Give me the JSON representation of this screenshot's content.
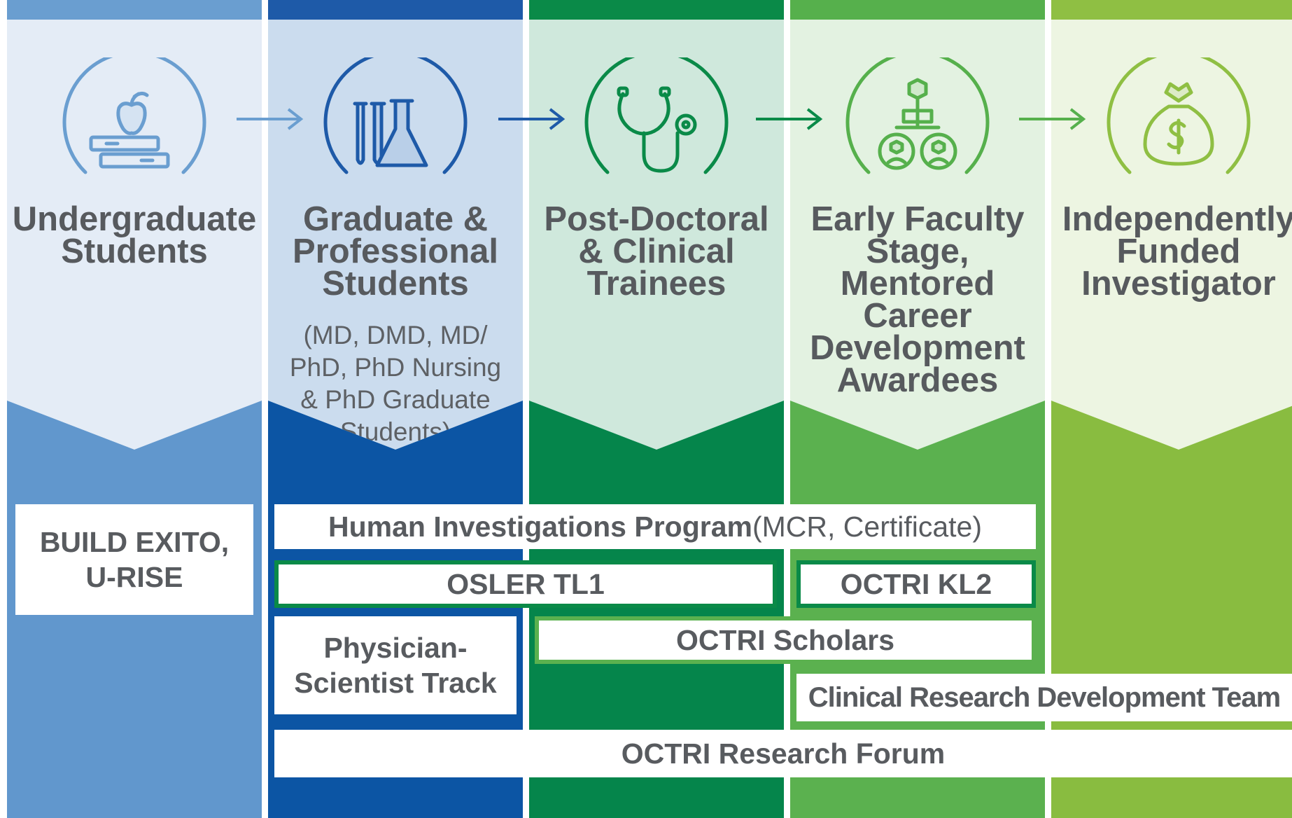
{
  "colors": {
    "undergrad": {
      "bar": "#6a9ed0",
      "upper": "#e4ecf6",
      "lower": "#6197cd",
      "line": "#6a9ed0"
    },
    "graduate": {
      "bar": "#1e5aa8",
      "upper": "#cbdcee",
      "lower": "#0c55a4",
      "line": "#1e5aa8"
    },
    "postdoc": {
      "bar": "#0a8a48",
      "upper": "#cfe8dc",
      "lower": "#05854b",
      "line": "#0a8a48"
    },
    "early": {
      "bar": "#56b04c",
      "upper": "#e3f2e1",
      "lower": "#5bb14f",
      "line": "#56b04c"
    },
    "independent": {
      "bar": "#8fbf43",
      "upper": "#edf5e2",
      "lower": "#89bc40",
      "line": "#8fbf43"
    }
  },
  "stages": [
    {
      "title": "Undergraduate\nStudents",
      "subtitle": "",
      "icon": "apple-books-icon"
    },
    {
      "title": "Graduate &\nProfessional\nStudents",
      "subtitle": "(MD, DMD, MD/\nPhD, PhD Nursing\n& PhD Graduate\nStudents)",
      "icon": "test-tubes-flask-icon"
    },
    {
      "title": "Post-Doctoral\n& Clinical\nTrainees",
      "subtitle": "",
      "icon": "stethoscope-icon"
    },
    {
      "title": "Early Faculty\nStage,\nMentored\nCareer\nDevelopment\nAwardees",
      "subtitle": "",
      "icon": "mentor-group-icon"
    },
    {
      "title": "Independently\nFunded\nInvestigator",
      "subtitle": "",
      "icon": "money-bag-icon"
    }
  ],
  "programs": {
    "build": "BUILD EXITO,\nU-RISE",
    "hip_bold": "Human Investigations Program",
    "hip_light": " (MCR, Certificate)",
    "osler": "OSLER TL1",
    "kl2": "OCTRI KL2",
    "physician": "Physician-\nScientist Track",
    "scholars": "OCTRI Scholars",
    "crdt": "Clinical Research Development Team",
    "forum": "OCTRI Research Forum"
  }
}
